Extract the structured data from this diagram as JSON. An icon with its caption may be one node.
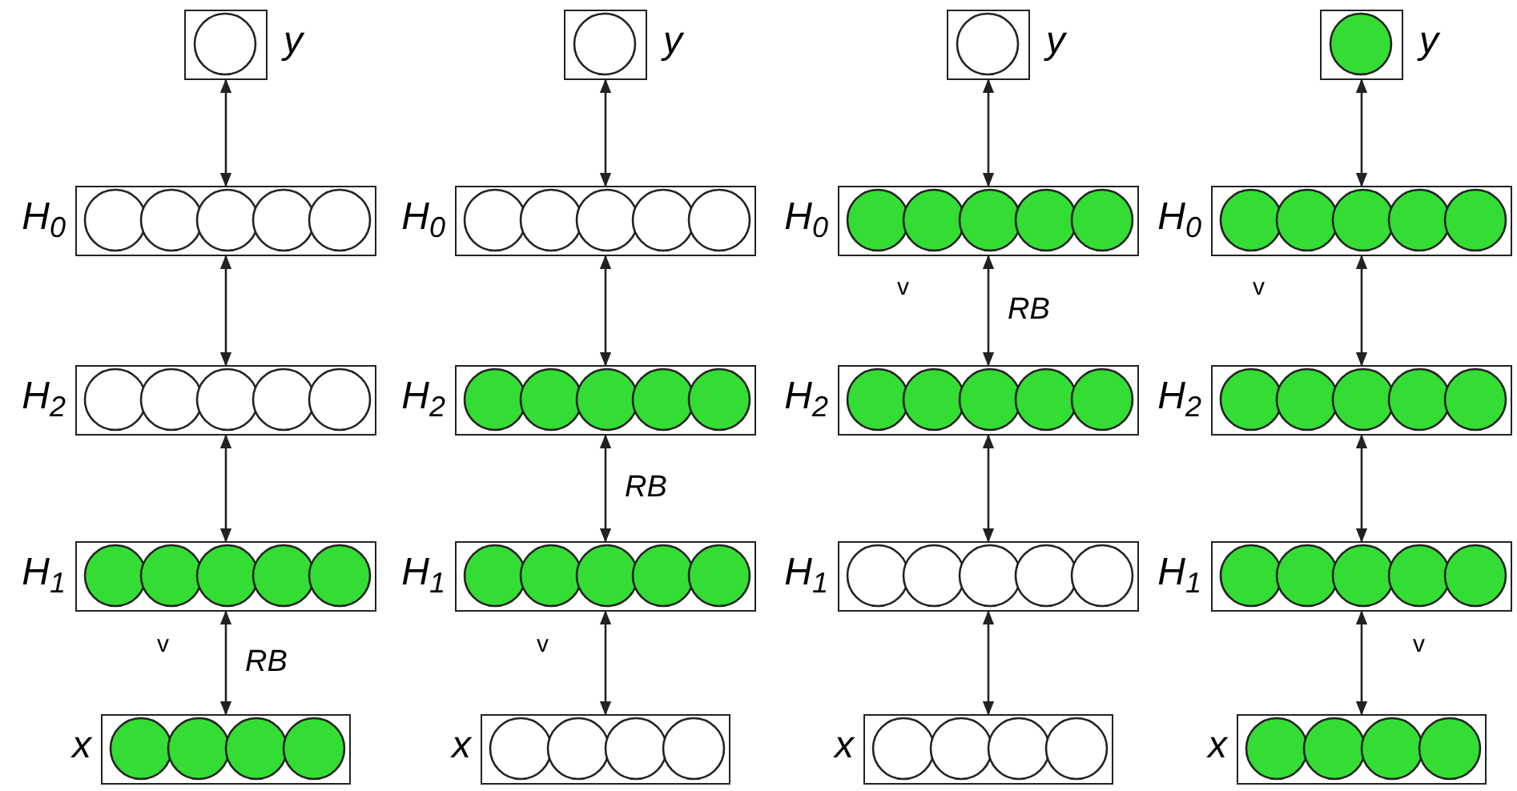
{
  "diagram": {
    "nodes": [
      {
        "text": [
          "y"
        ]
      },
      {
        "text": [
          "H$_{0}$"
        ]
      },
      {
        "text": [
          "H$_{2}$"
        ]
      },
      {
        "text": [
          "H$_{1}$"
        ]
      },
      {
        "text": [
          "x"
        ]
      },
      {
        "text": [
          "y"
        ]
      },
      {
        "text": [
          "H$_{0}$"
        ]
      },
      {
        "text": [
          "H$_{2}$"
        ]
      },
      {
        "text": [
          "H$_{1}$"
        ]
      },
      {
        "text": [
          "x"
        ]
      },
      {
        "text": [
          "y"
        ]
      },
      {
        "text": [
          "H$_{0}$"
        ]
      },
      {
        "text": [
          "H$_{2}$"
        ]
      },
      {
        "text": [
          "H$_{1}$"
        ]
      },
      {
        "text": [
          "x"
        ]
      },
      {
        "text": [
          "y"
        ]
      },
      {
        "text": [
          "H$_{0}$"
        ]
      },
      {
        "text": [
          "H$_{2}$"
        ]
      },
      {
        "text": [
          "H$_{1}$"
        ]
      },
      {
        "text": [
          "x"
        ]
      }
    ],
    "edges": [
      {
        "from": 0,
        "to": 1,
        "arrow": "both"
      },
      {
        "from": 1,
        "to": 2,
        "arrow": "both"
      },
      {
        "from": 2,
        "to": 3,
        "arrow": "both"
      },
      {
        "from": 3,
        "to": 4,
        "arrow": "both",
        "label": "RB"
      },
      {
        "from": 5,
        "to": 6,
        "arrow": "both"
      },
      {
        "from": 6,
        "to": 7,
        "arrow": "both"
      },
      {
        "from": 7,
        "to": 8,
        "arrow": "both",
        "label": "RB"
      },
      {
        "from": 8,
        "to": 9,
        "arrow": "both"
      },
      {
        "from": 10,
        "to": 11,
        "arrow": "both"
      },
      {
        "from": 11,
        "to": 12,
        "arrow": "both",
        "label": "RB"
      },
      {
        "from": 12,
        "to": 13,
        "arrow": "both"
      },
      {
        "from": 13,
        "to": 14,
        "arrow": "both"
      },
      {
        "from": 15,
        "to": 16,
        "arrow": "both"
      },
      {
        "from": 16,
        "to": 17,
        "arrow": "both"
      },
      {
        "from": 17,
        "to": 18,
        "arrow": "both"
      },
      {
        "from": 18,
        "to": 19,
        "arrow": "both"
      }
    ],
    "labels": [
      "v",
      "v",
      "v",
      "v",
      "v"
    ]
  }
}
